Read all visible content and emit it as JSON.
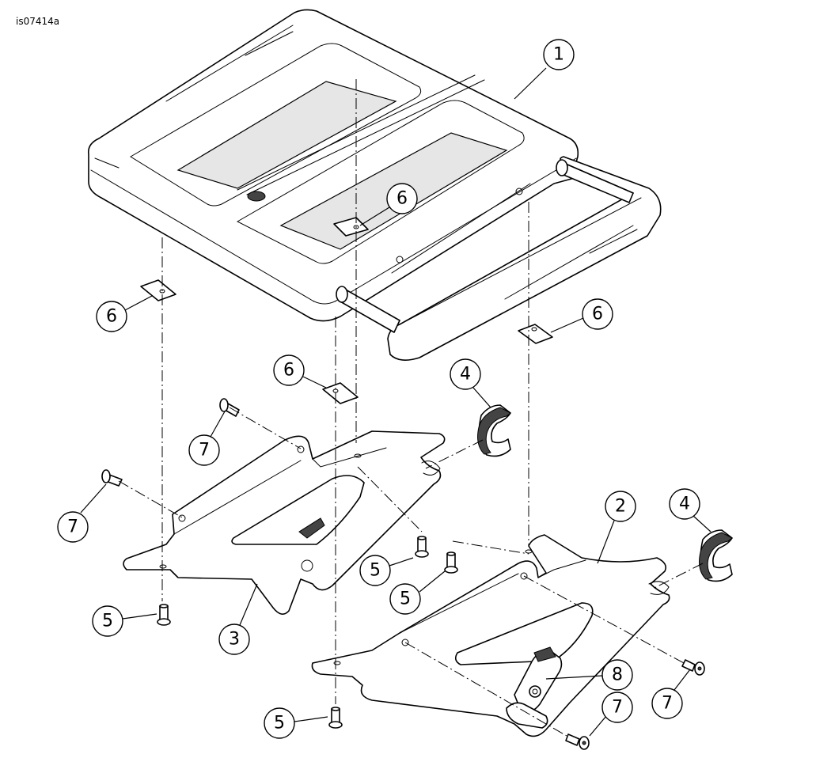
{
  "drawing_id": "is07414a",
  "callouts": {
    "c1": "1",
    "c2": "2",
    "c3": "3",
    "c4a": "4",
    "c4b": "4",
    "c5a": "5",
    "c5b": "5",
    "c5c": "5",
    "c5d": "5",
    "c6a": "6",
    "c6b": "6",
    "c6c": "6",
    "c6d": "6",
    "c7a": "7",
    "c7b": "7",
    "c7c": "7",
    "c7d": "7",
    "c8": "8"
  }
}
